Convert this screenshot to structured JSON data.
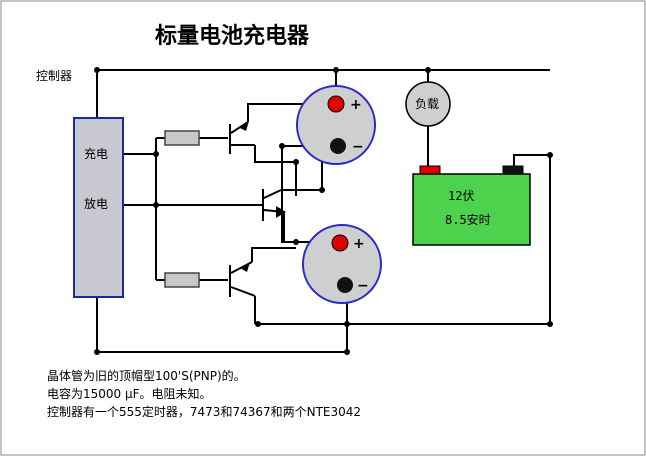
{
  "title": "标量电池充电器",
  "controller": {
    "label": "控制器",
    "charge": "充电",
    "discharge": "放电"
  },
  "load": "负载",
  "battery": {
    "voltage": "12伏",
    "capacity": "8.5安时"
  },
  "capacitor_signs": {
    "plus": "+",
    "minus": "−"
  },
  "notes": [
    "晶体管为旧的顶帽型100'S(PNP)的。",
    "电容为15000 μF。电阻未知。",
    "控制器有一个555定时器，7473和74367和两个NTE3042"
  ],
  "colors": {
    "controller_fill": "#c8c8d0",
    "controller_border": "#1a2a9a",
    "capacitor_fill": "#cfcfcf",
    "capacitor_border": "#2a2acc",
    "terminal_red": "#e00000",
    "battery_fill": "#4cd24c",
    "resistor_fill": "#c8c8c8"
  }
}
